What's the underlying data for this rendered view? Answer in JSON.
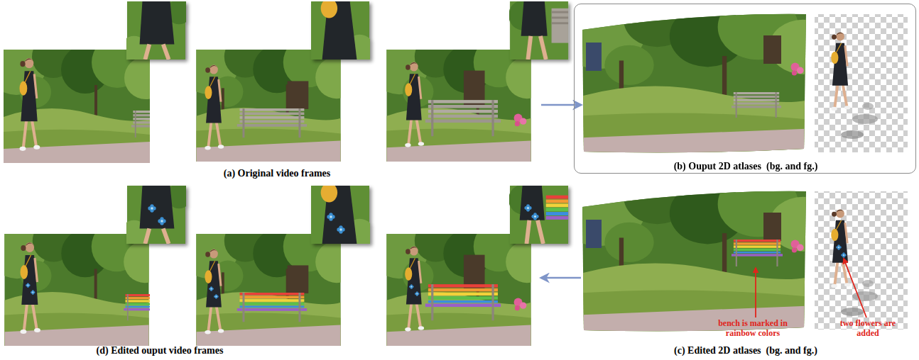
{
  "diagram": {
    "nodes": [
      {
        "text": [
          "(b) Ouput 2D atlases  (bg. and fg.)"
        ]
      }
    ],
    "labels": [
      "(a) Original video frames",
      "(c) Edited 2D atlases  (bg. and fg.)",
      "(d) Edited ouput video frames",
      "bench is marked in rainbow colors",
      "two flowers are added"
    ]
  }
}
